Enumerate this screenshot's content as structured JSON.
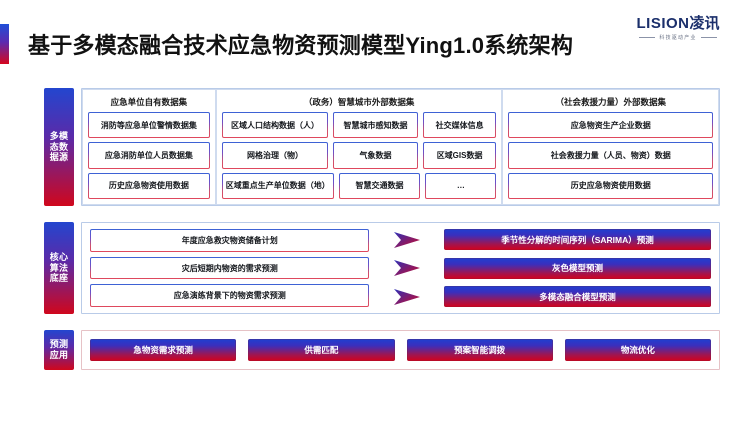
{
  "header": {
    "title": "基于多模态融合技术应急物资预测模型Ying1.0系统架构",
    "logo_main": "LISION",
    "logo_main_cn": "凌讯",
    "logo_tagline": "科技驱动产业"
  },
  "rows": [
    {
      "side_label_lines": [
        "多模",
        "态数",
        "据源"
      ],
      "groups": [
        {
          "title": "应急单位自有数据集",
          "lines": [
            [
              "消防等应急单位警情数据集"
            ],
            [
              "应急消防单位人员数据集"
            ],
            [
              "历史应急物资使用数据"
            ]
          ]
        },
        {
          "title": "（政务）智慧城市外部数据集",
          "lines": [
            [
              "区域人口结构数据（人）",
              "智慧城市感知数据",
              "社交媒体信息"
            ],
            [
              "网格治理（物）",
              "气象数据",
              "区域GIS数据"
            ],
            [
              "区域重点生产单位数据（地）",
              "智慧交通数据",
              "…"
            ]
          ]
        },
        {
          "title": "（社会救援力量）外部数据集",
          "lines": [
            [
              "应急物资生产企业数据"
            ],
            [
              "社会救援力量（人员、物资）数据"
            ],
            [
              "历史应急物资使用数据"
            ]
          ]
        }
      ]
    },
    {
      "side_label_lines": [
        "核心",
        "算法",
        "底座"
      ],
      "left_cells": [
        "年度应急救灾物资储备计划",
        "灾后短期内物资的需求预测",
        "应急演练背景下的物资需求预测"
      ],
      "arrows": [
        "arrow-right-icon",
        "arrow-right-icon",
        "arrow-right-icon"
      ],
      "right_bars": [
        "季节性分解的时间序列（SARIMA）预测",
        "灰色模型预测",
        "多模态融合模型预测"
      ]
    },
    {
      "side_label_lines": [
        "预测",
        "应用"
      ],
      "app_bars": [
        "急物资需求预测",
        "供需匹配",
        "预案智能调拨",
        "物流优化"
      ]
    }
  ],
  "colors": {
    "gradient_start": "#1f3fd0",
    "gradient_end": "#d4011c",
    "panel_border": "#b9cbe8",
    "group_border": "#cfdbef",
    "title_text": "#111111",
    "logo_navy": "#1b2f6b"
  }
}
